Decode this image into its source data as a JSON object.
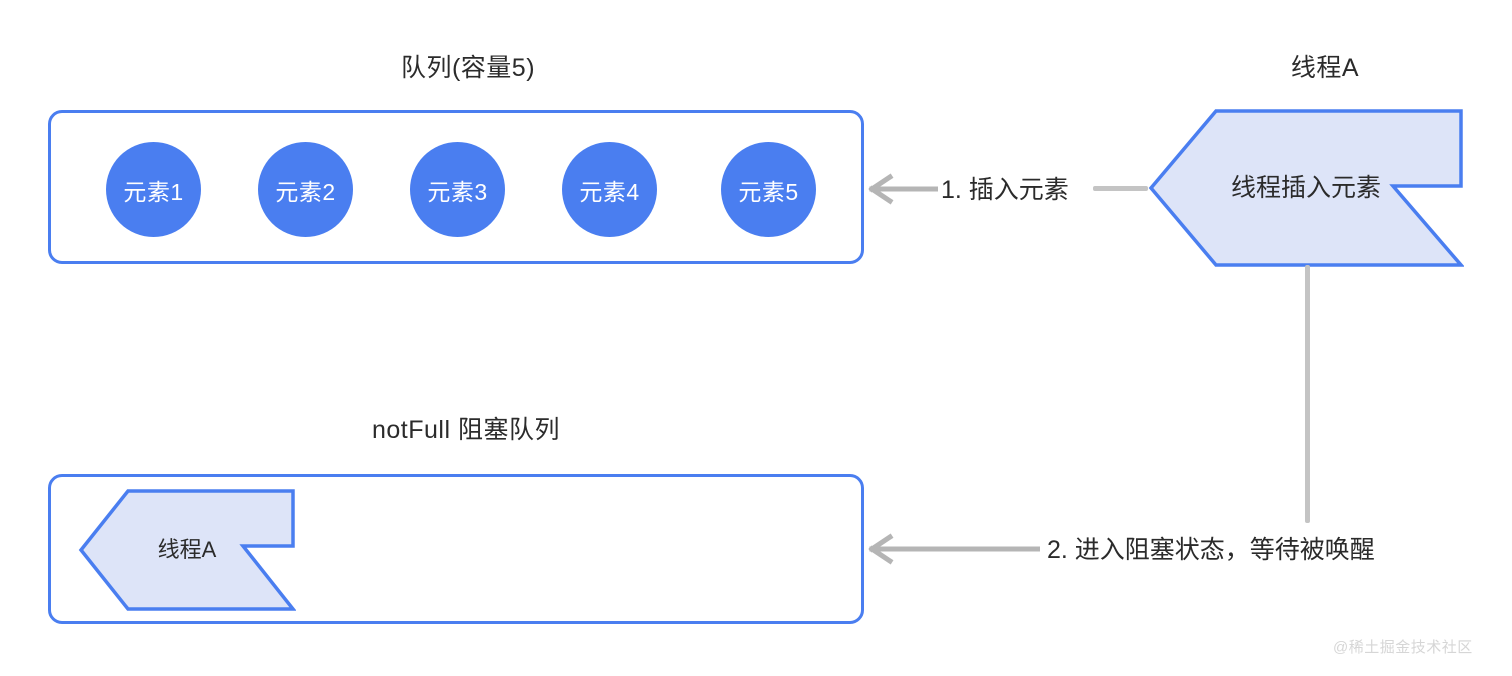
{
  "diagram": {
    "watermark": "@稀土掘金技术社区",
    "colors": {
      "accent_blue": "#4a7ef0",
      "chevron_fill": "#dde4f8",
      "arrow_gray": "#b5b5b5",
      "text_dark": "#2b2b2b",
      "watermark_gray": "#d6d6d6"
    },
    "queue_section": {
      "title": "队列(容量5)",
      "elements": [
        {
          "label": "元素1"
        },
        {
          "label": "元素2"
        },
        {
          "label": "元素3"
        },
        {
          "label": "元素4"
        },
        {
          "label": "元素5"
        }
      ]
    },
    "thread_section": {
      "title": "线程A",
      "chevron_label": "线程插入元素"
    },
    "blocking_section": {
      "title": "notFull 阻塞队列",
      "chevron_label": "线程A"
    },
    "flows": [
      {
        "id": "flow-1",
        "label": "1. 插入元素"
      },
      {
        "id": "flow-2",
        "label": "2. 进入阻塞状态，等待被唤醒"
      }
    ]
  }
}
